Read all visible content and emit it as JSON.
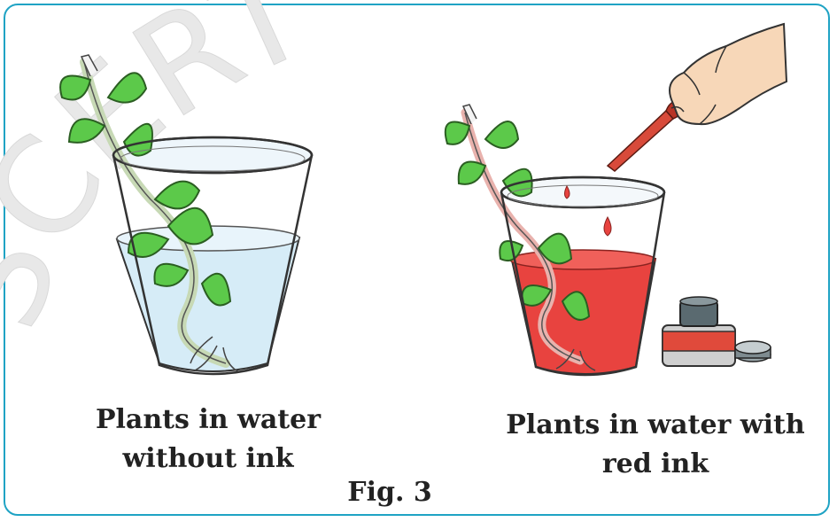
{
  "watermark": {
    "text": "SCERT ,"
  },
  "figure": {
    "label": "Fig. 3",
    "left_panel": {
      "caption_line1": "Plants in water",
      "caption_line2": "without ink"
    },
    "right_panel": {
      "caption_line1": "Plants in water with",
      "caption_line2": "red ink"
    }
  },
  "colors": {
    "frame": "#1fa3c4",
    "plain_water": "#d6ecf7",
    "red_ink": "#e8433f",
    "leaf": "#5cc94a",
    "watermark": "#e6e6e6"
  },
  "icons": [
    "plant-cutting-icon",
    "glass-icon",
    "dropper-icon",
    "hand-icon",
    "ink-bottle-icon",
    "bottle-cap-icon"
  ]
}
